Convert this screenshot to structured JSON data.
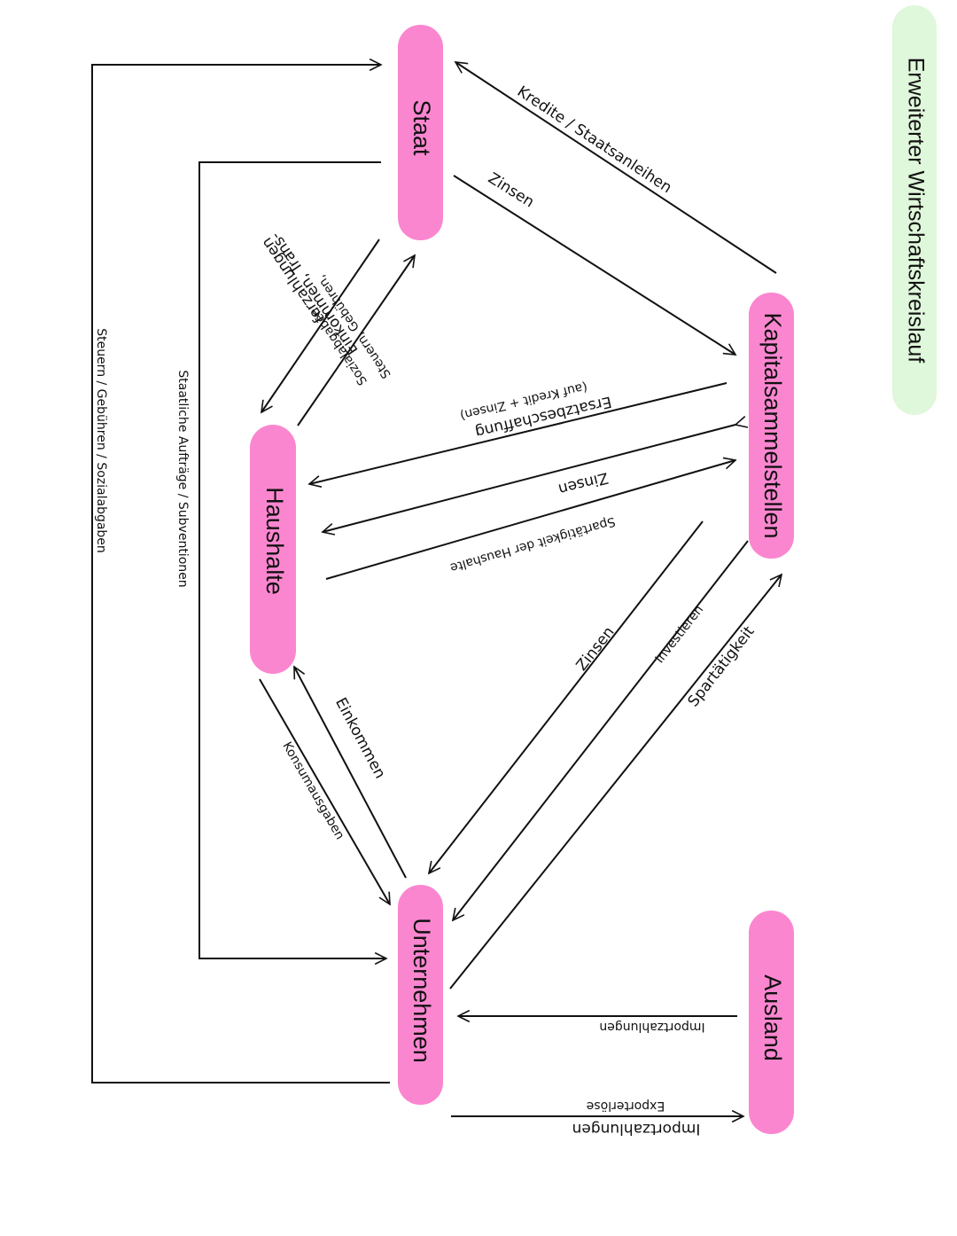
{
  "title": "Erweiterter Wirtschaftskreislauf",
  "colors": {
    "node_fill": "#fb86d0",
    "title_fill": "#dff7da",
    "line": "#111111"
  },
  "nodes": {
    "staat": "Staat",
    "haushalte": "Haushalte",
    "unternehmen": "Unternehmen",
    "kapital": "Kapitalsammelstellen",
    "ausland": "Ausland"
  },
  "labels": {
    "kredite": "Kredite / Staatsanleihen",
    "zinsen_staat": "Zinsen",
    "einkommen_trans_1": "Einkommen, Trans-",
    "einkommen_trans_2": "ferzahlungen",
    "steuern_hh_1": "Steuern, Gebühren,",
    "steuern_hh_2": "Sozialabgaben",
    "staatliche_auftraege": "Staatliche Aufträge / Subventionen",
    "steuern_unt": "Steuern / Gebühren / Sozialabgaben",
    "ersatz_1": "Ersatzbeschaffung",
    "ersatz_2": "(auf Kredit + Zinsen)",
    "zinsen_hh": "Zinsen",
    "spar_hh": "Spartätigkeit   der   Haushalte",
    "zinsen_unt": "Zinsen",
    "investieren": "Investieren",
    "spar_unt": "Spartätigkeit",
    "einkommen": "Einkommen",
    "konsum": "Konsumausgaben",
    "import_zahl": "Importzahlungen",
    "import_zahl_2": "Importzahlungen",
    "export": "Exporterlöse"
  }
}
